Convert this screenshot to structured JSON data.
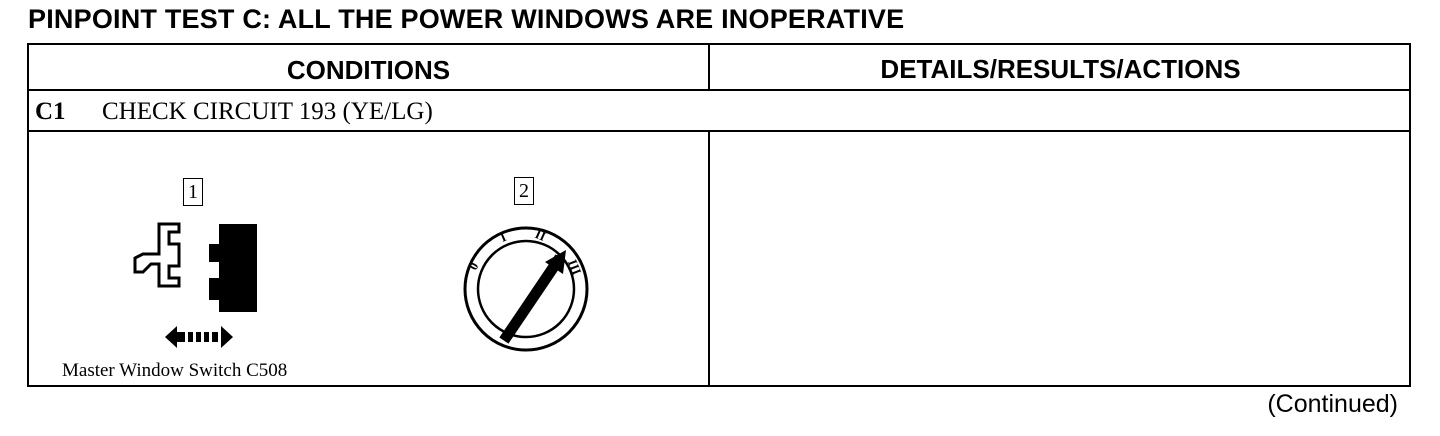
{
  "title": "PINPOINT TEST C: ALL THE POWER WINDOWS ARE INOPERATIVE",
  "table": {
    "headers": {
      "conditions": "CONDITIONS",
      "details": "DETAILS/RESULTS/ACTIONS"
    },
    "step": {
      "id": "C1",
      "text": "CHECK CIRCUIT 193 (YE/LG)"
    },
    "illustration": {
      "callouts": [
        "1",
        "2"
      ],
      "ignition_positions": [
        "0",
        "I",
        "II",
        "III"
      ],
      "caption": "Master Window Switch C508"
    }
  },
  "footer": {
    "continued": "(Continued)"
  }
}
